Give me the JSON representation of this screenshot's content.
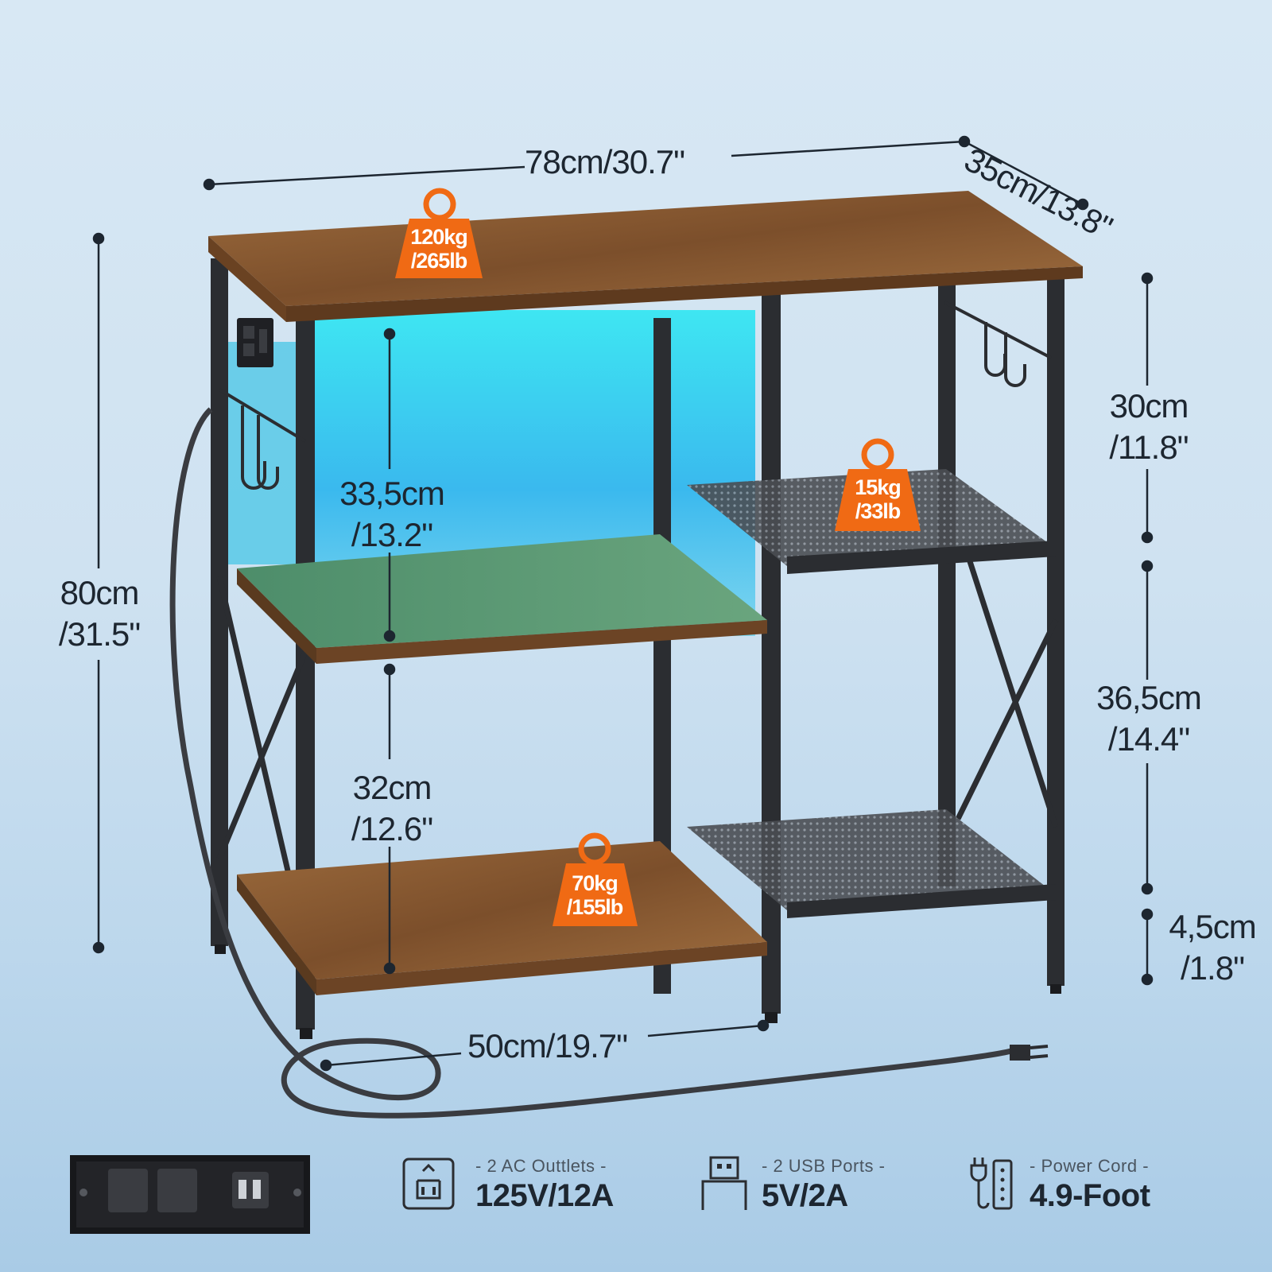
{
  "dimensions": {
    "width": "78cm/30.7\"",
    "depth": "35cm/13.8\"",
    "height_cm": "80cm",
    "height_in": "/31.5\"",
    "upper_shelf_cm": "33,5cm",
    "upper_shelf_in": "/13.2\"",
    "lower_shelf_cm": "32cm",
    "lower_shelf_in": "/12.6\"",
    "shelf_width": "50cm/19.7\"",
    "right_top_cm": "30cm",
    "right_top_in": "/11.8\"",
    "right_mid_cm": "36,5cm",
    "right_mid_in": "/14.4\"",
    "right_bottom_cm": "4,5cm",
    "right_bottom_in": "/1.8\""
  },
  "weights": {
    "top_kg": "120kg",
    "top_lb": "/265lb",
    "mesh_kg": "15kg",
    "mesh_lb": "/33lb",
    "bottom_kg": "70kg",
    "bottom_lb": "/155lb"
  },
  "features": [
    {
      "icon": "ac-outlet-icon",
      "label": "- 2 AC Outtlets -",
      "value": "125V/12A"
    },
    {
      "icon": "usb-port-icon",
      "label": "- 2 USB Ports -",
      "value": "5V/2A"
    },
    {
      "icon": "power-strip-icon",
      "label": "- Power Cord -",
      "value": "4.9-Foot"
    }
  ],
  "colors": {
    "wood": "#8a5a32",
    "frame": "#2b2d31",
    "badge": "#f06a14",
    "led": "#3fd9f0"
  }
}
